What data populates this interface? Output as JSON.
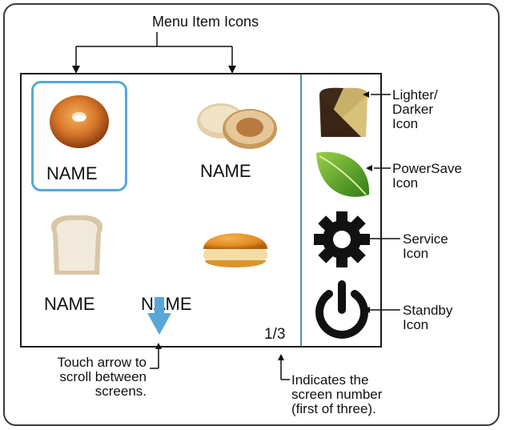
{
  "diagram": {
    "top_label": "Menu Item Icons",
    "menu_items": [
      {
        "name": "NAME",
        "icon": "bagel-icon",
        "selected": true
      },
      {
        "name": "NAME",
        "icon": "english-muffin-icon",
        "selected": false
      },
      {
        "name": "NAME",
        "icon": "bread-slice-icon",
        "selected": false
      },
      {
        "name": "NAME",
        "icon": "burger-bun-icon",
        "selected": false
      }
    ],
    "page_indicator": "1/3",
    "side_icons": [
      {
        "icon": "toast-shade-icon",
        "label_line1": "Lighter/",
        "label_line2": "Darker",
        "label_line3": "Icon"
      },
      {
        "icon": "leaf-icon",
        "label_line1": "PowerSave",
        "label_line2": "Icon"
      },
      {
        "icon": "gear-icon",
        "label_line1": "Service",
        "label_line2": "Icon"
      },
      {
        "icon": "power-icon",
        "label_line1": "Standby",
        "label_line2": "Icon"
      }
    ],
    "scroll_callout": {
      "line1": "Touch arrow to",
      "line2": "scroll between",
      "line3": "screens."
    },
    "screen_callout": {
      "line1": "Indicates the",
      "line2": "screen number",
      "line3": "(first of three)."
    },
    "colors": {
      "accent": "#55a9d8",
      "divider": "#4a8fbf",
      "arrow": "#5aa6d8",
      "frame": "#3a3a3a"
    }
  }
}
